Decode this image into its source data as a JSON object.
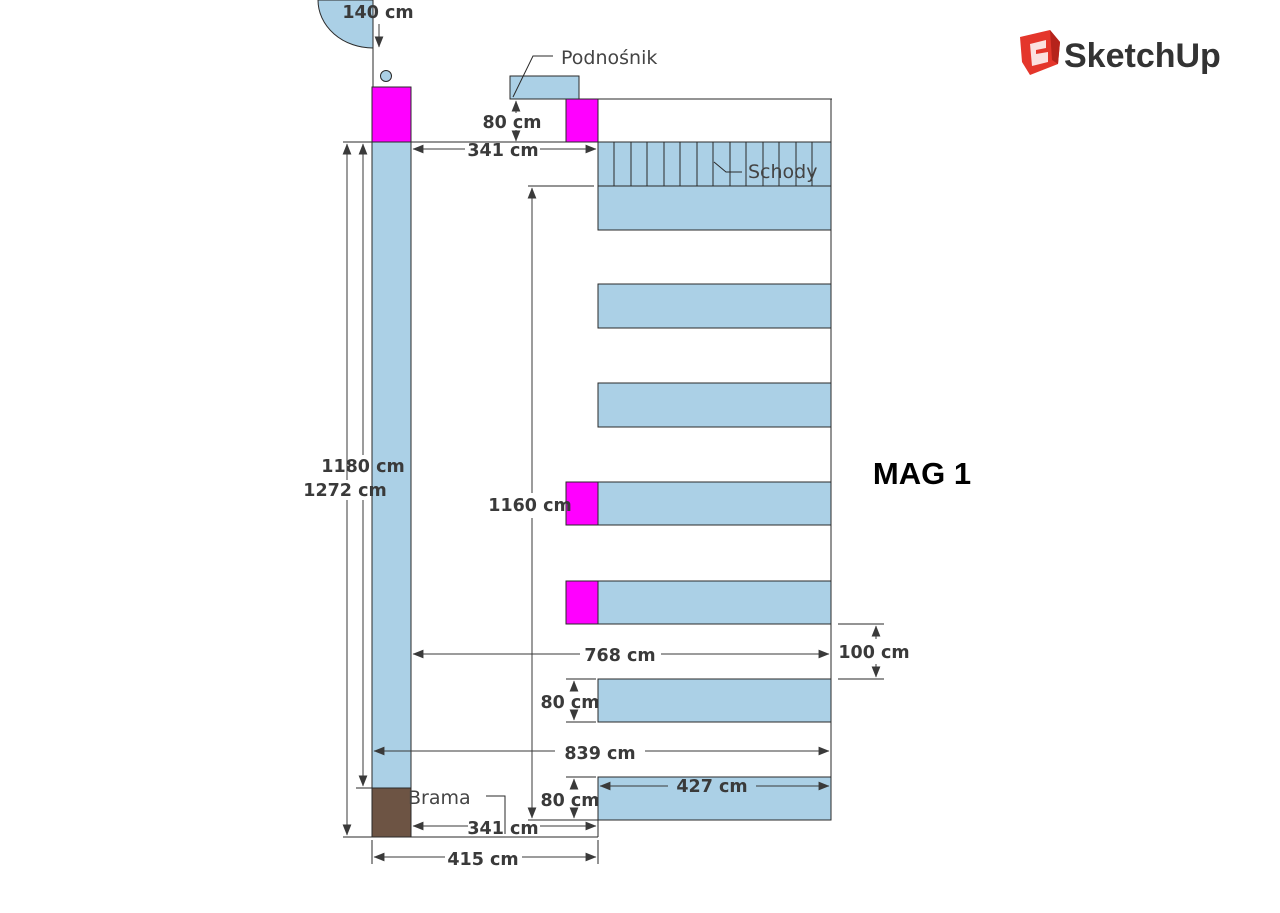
{
  "title": "MAG 1",
  "brand": {
    "name": "SketchUp",
    "logo": "sketchup-logo-icon",
    "logo_color": "#e4362b"
  },
  "labels": {
    "lift": "Podnośnik",
    "stairs": "Schody",
    "gate": "Brama"
  },
  "dimensions": {
    "top_140": "140 cm",
    "lift_80": "80 cm",
    "top_341": "341 cm",
    "left_1180": "1180 cm",
    "left_1272": "1272 cm",
    "mid_1160": "1160 cm",
    "width_768": "768 cm",
    "gap_100": "100 cm",
    "rack_80_a": "80 cm",
    "width_839": "839 cm",
    "rack_427": "427 cm",
    "rack_80_b": "80 cm",
    "bottom_341": "341 cm",
    "bottom_415": "415 cm"
  },
  "colors": {
    "rack": "#abd0e6",
    "column": "#ff00ff",
    "gate": "#6d5444",
    "text": "#3a3a3a"
  }
}
